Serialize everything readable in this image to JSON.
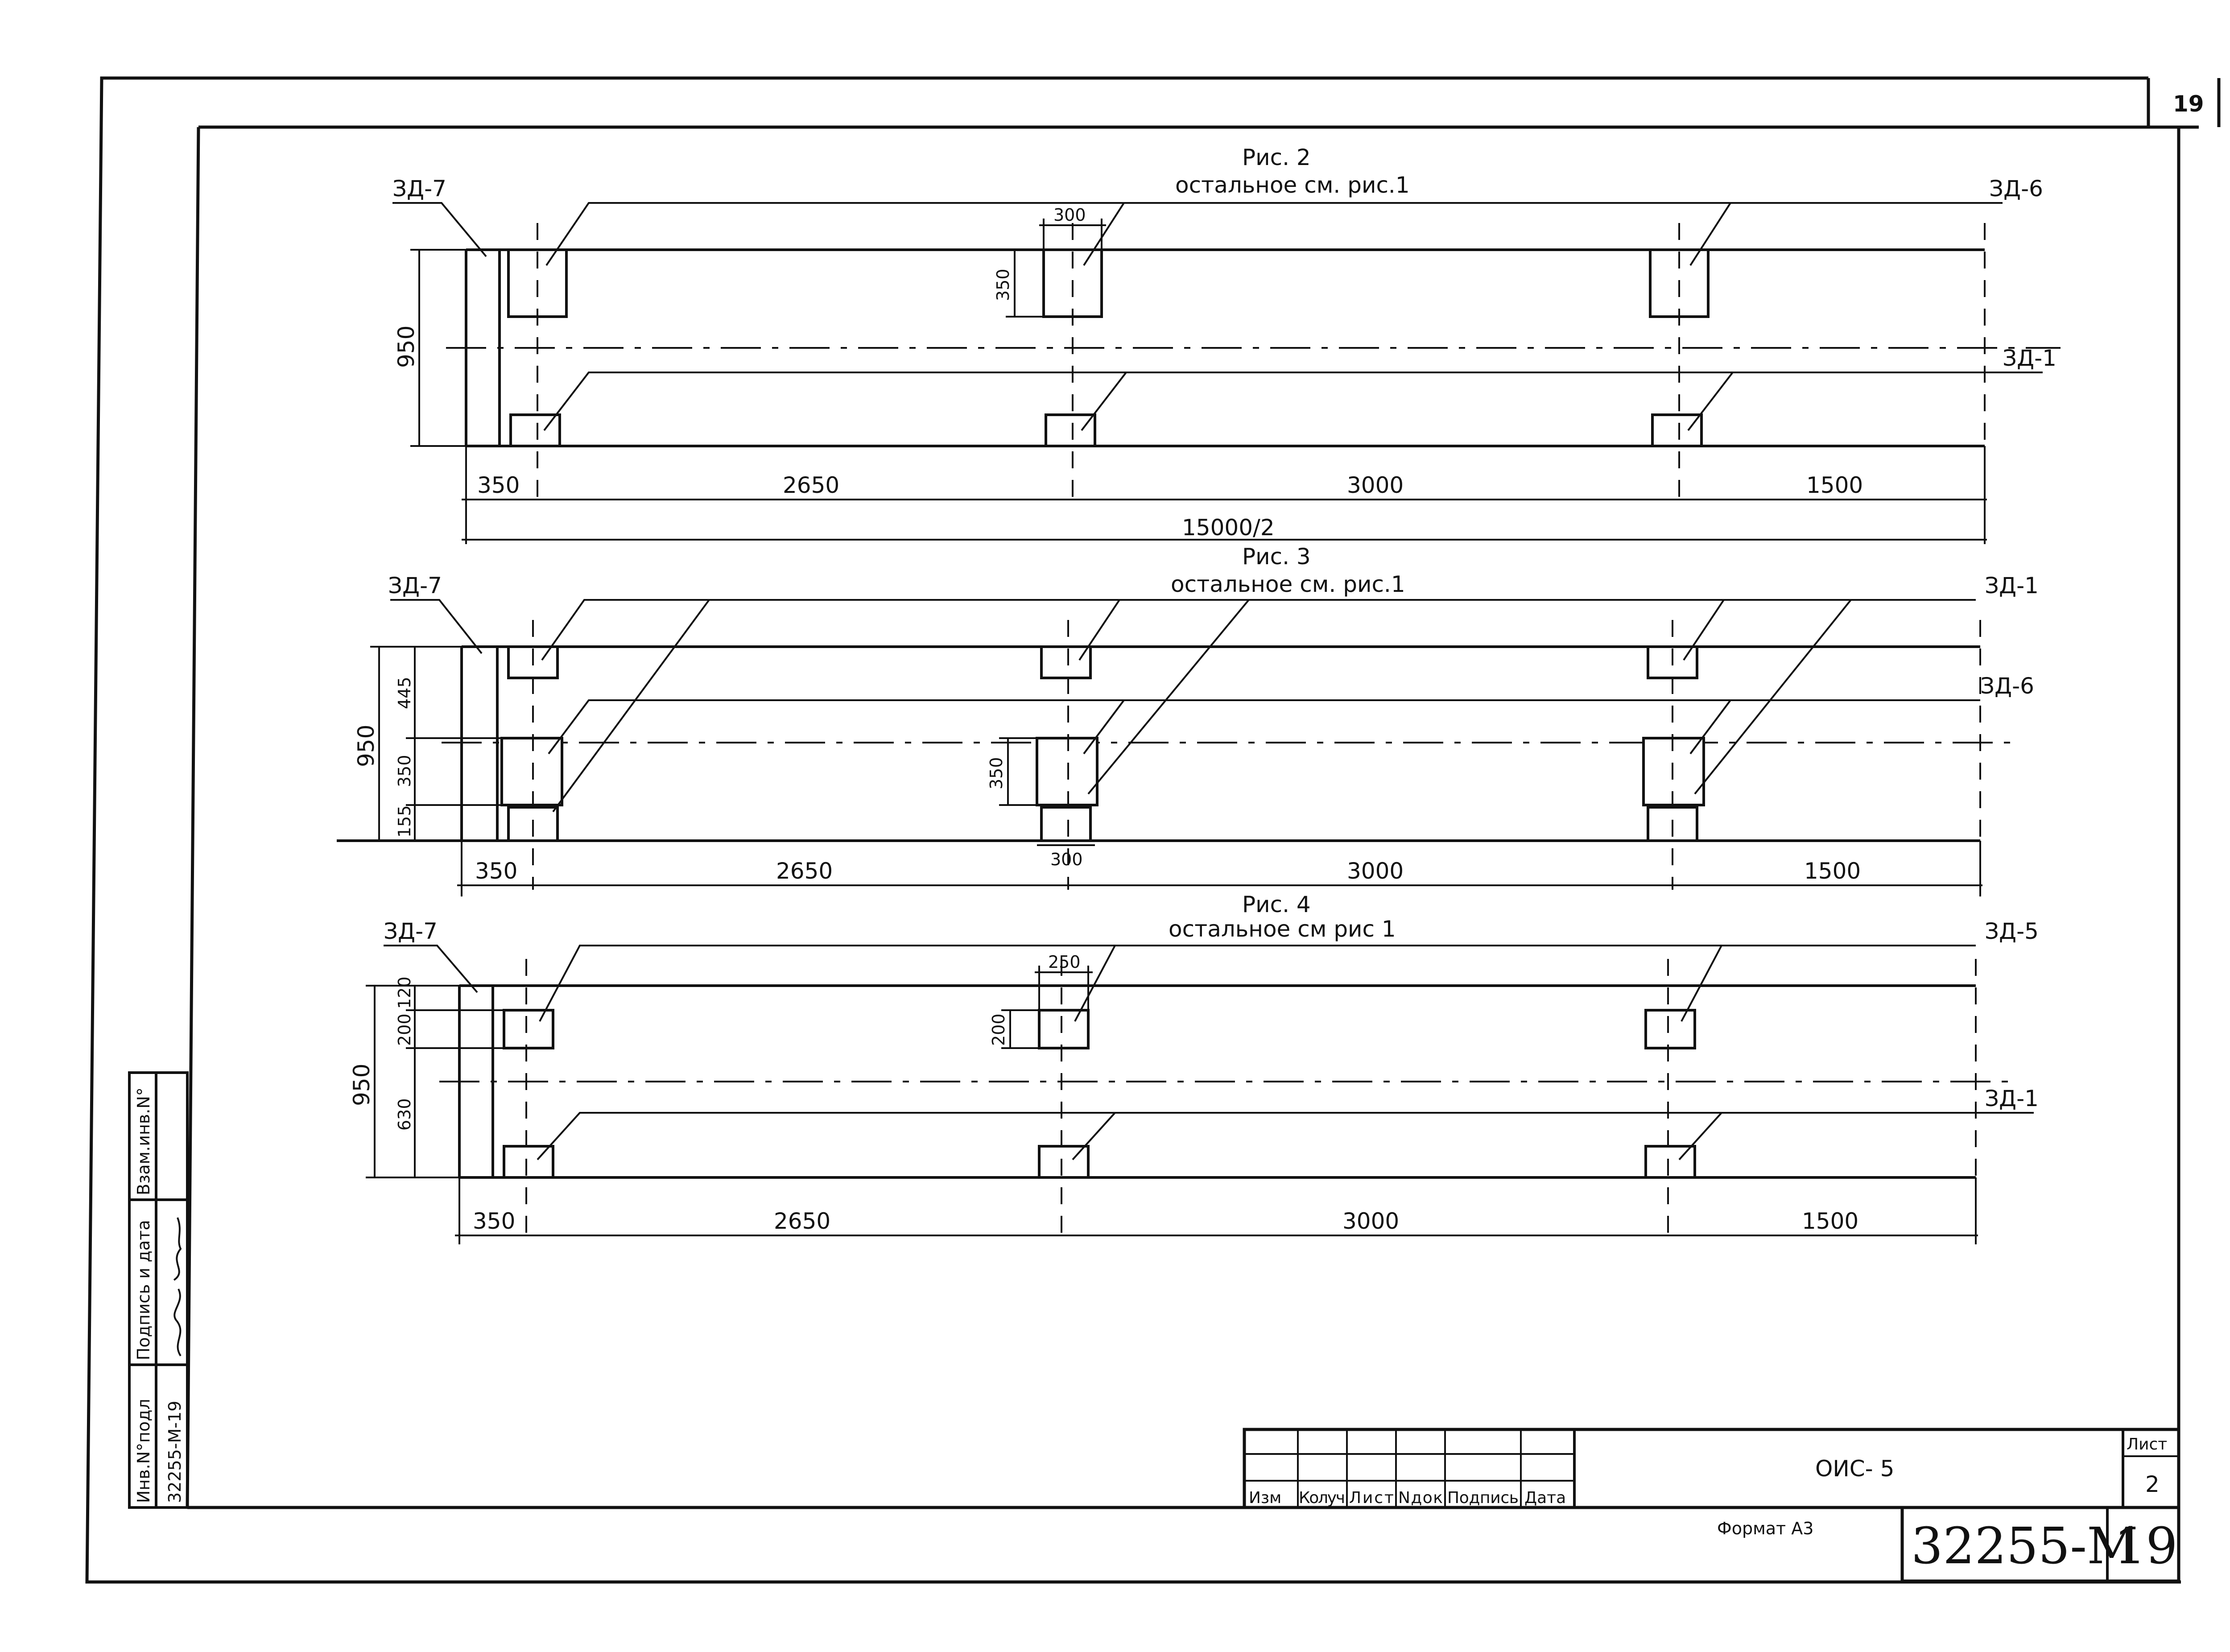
{
  "sheet_number_corner": "19",
  "figures": [
    {
      "title": "Рис. 2",
      "subtitle": "остальное см. рис.1",
      "labels": {
        "top_left": "ЗД-7",
        "top_right": "ЗД-6",
        "middle_right": "ЗД-1"
      },
      "dims": {
        "height": "950",
        "box_h": "350",
        "box_w": "300",
        "spans": [
          "350",
          "2650",
          "3000",
          "1500"
        ],
        "total": "15000/2"
      }
    },
    {
      "title": "Рис. 3",
      "subtitle": "остальное см. рис.1",
      "labels": {
        "top_left": "ЗД-7",
        "top_right": "ЗД-1",
        "middle_right": "ЗД-6"
      },
      "dims": {
        "height": "950",
        "upper": "445",
        "box_h": "350",
        "lower": "155",
        "box_w": "300",
        "mid_box_h": "350",
        "spans": [
          "350",
          "2650",
          "3000",
          "1500"
        ]
      }
    },
    {
      "title": "Рис. 4",
      "subtitle": "остальное см рис 1",
      "labels": {
        "top_left": "ЗД-7",
        "top_right": "ЗД-5",
        "middle_right": "ЗД-1"
      },
      "dims": {
        "height": "950",
        "upper": "120",
        "box_h": "200",
        "lower": "630",
        "box_w": "250",
        "mid_box_h": "200",
        "spans": [
          "350",
          "2650",
          "3000",
          "1500"
        ]
      }
    }
  ],
  "stamp": {
    "headers": [
      "Изм",
      "Колуч",
      "Лист",
      "Nдок",
      "Подпись",
      "Дата"
    ],
    "designation": "ОИС- 5",
    "sheet_label": "Лист",
    "sheet_value": "2",
    "format": "Формат А3",
    "doc_number": "32255-М",
    "page": "19"
  },
  "side_stamp": {
    "inv_label": "Инв.N°подл",
    "inv_value": "32255-М-19",
    "sign_label": "Подпись и дата",
    "vzam_label": "Взам.инв.N°"
  }
}
